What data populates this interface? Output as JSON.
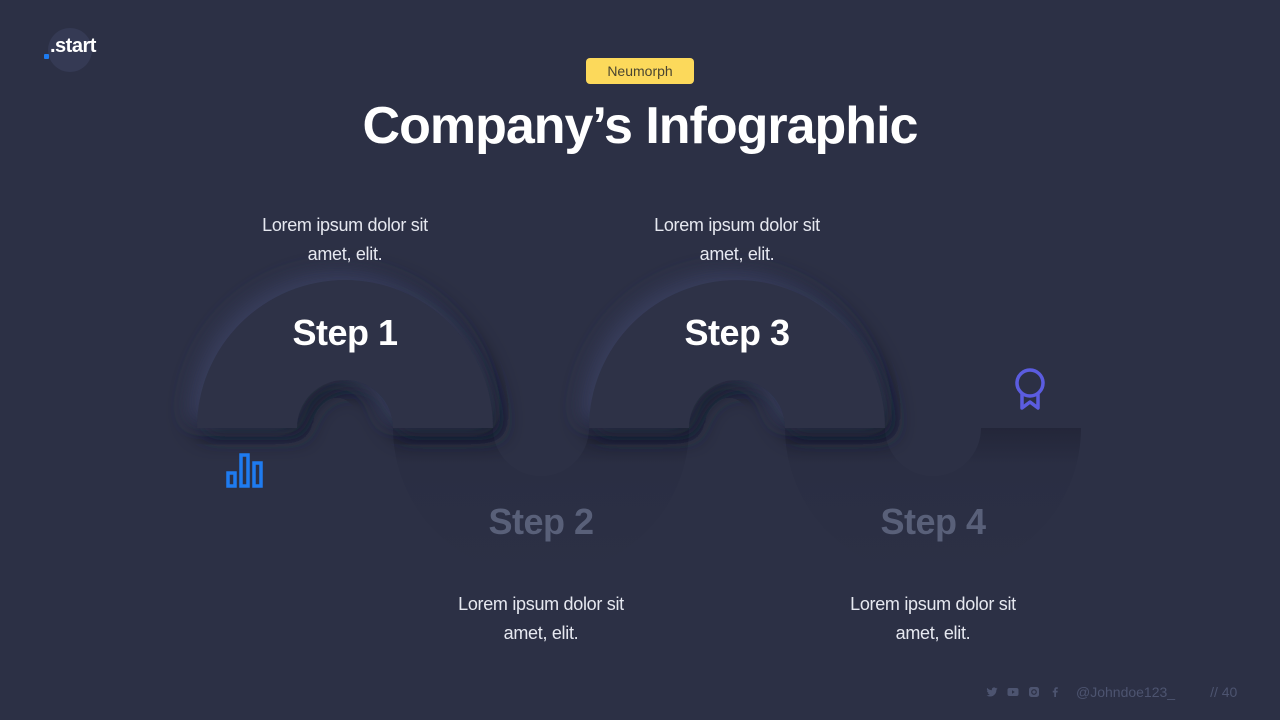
{
  "logo": {
    "text": ".start",
    "dot_color": "#1e7bf0"
  },
  "header": {
    "badge": "Neumorph",
    "title": "Company’s Infographic"
  },
  "steps": [
    {
      "label": "Step 1",
      "description_line1": "Lorem ipsum dolor sit",
      "description_line2": "amet, elit.",
      "position": "top"
    },
    {
      "label": "Step 2",
      "description_line1": "Lorem ipsum dolor sit",
      "description_line2": "amet, elit.",
      "position": "bottom"
    },
    {
      "label": "Step 3",
      "description_line1": "Lorem ipsum dolor sit",
      "description_line2": "amet, elit.",
      "position": "top"
    },
    {
      "label": "Step 4",
      "description_line1": "Lorem ipsum dolor sit",
      "description_line2": "amet, elit.",
      "position": "bottom"
    }
  ],
  "icons": {
    "chart": {
      "name": "bar-chart-icon",
      "color": "#1e7bf0"
    },
    "award": {
      "name": "award-ribbon-icon",
      "color": "#5b5ce0"
    }
  },
  "footer": {
    "social": [
      "twitter-icon",
      "youtube-icon",
      "instagram-icon",
      "facebook-icon"
    ],
    "handle": "@Johndoe123_",
    "page": "// 40"
  },
  "colors": {
    "background": "#2c3045",
    "badge": "#fcd95b",
    "muted_step": "#596079"
  }
}
